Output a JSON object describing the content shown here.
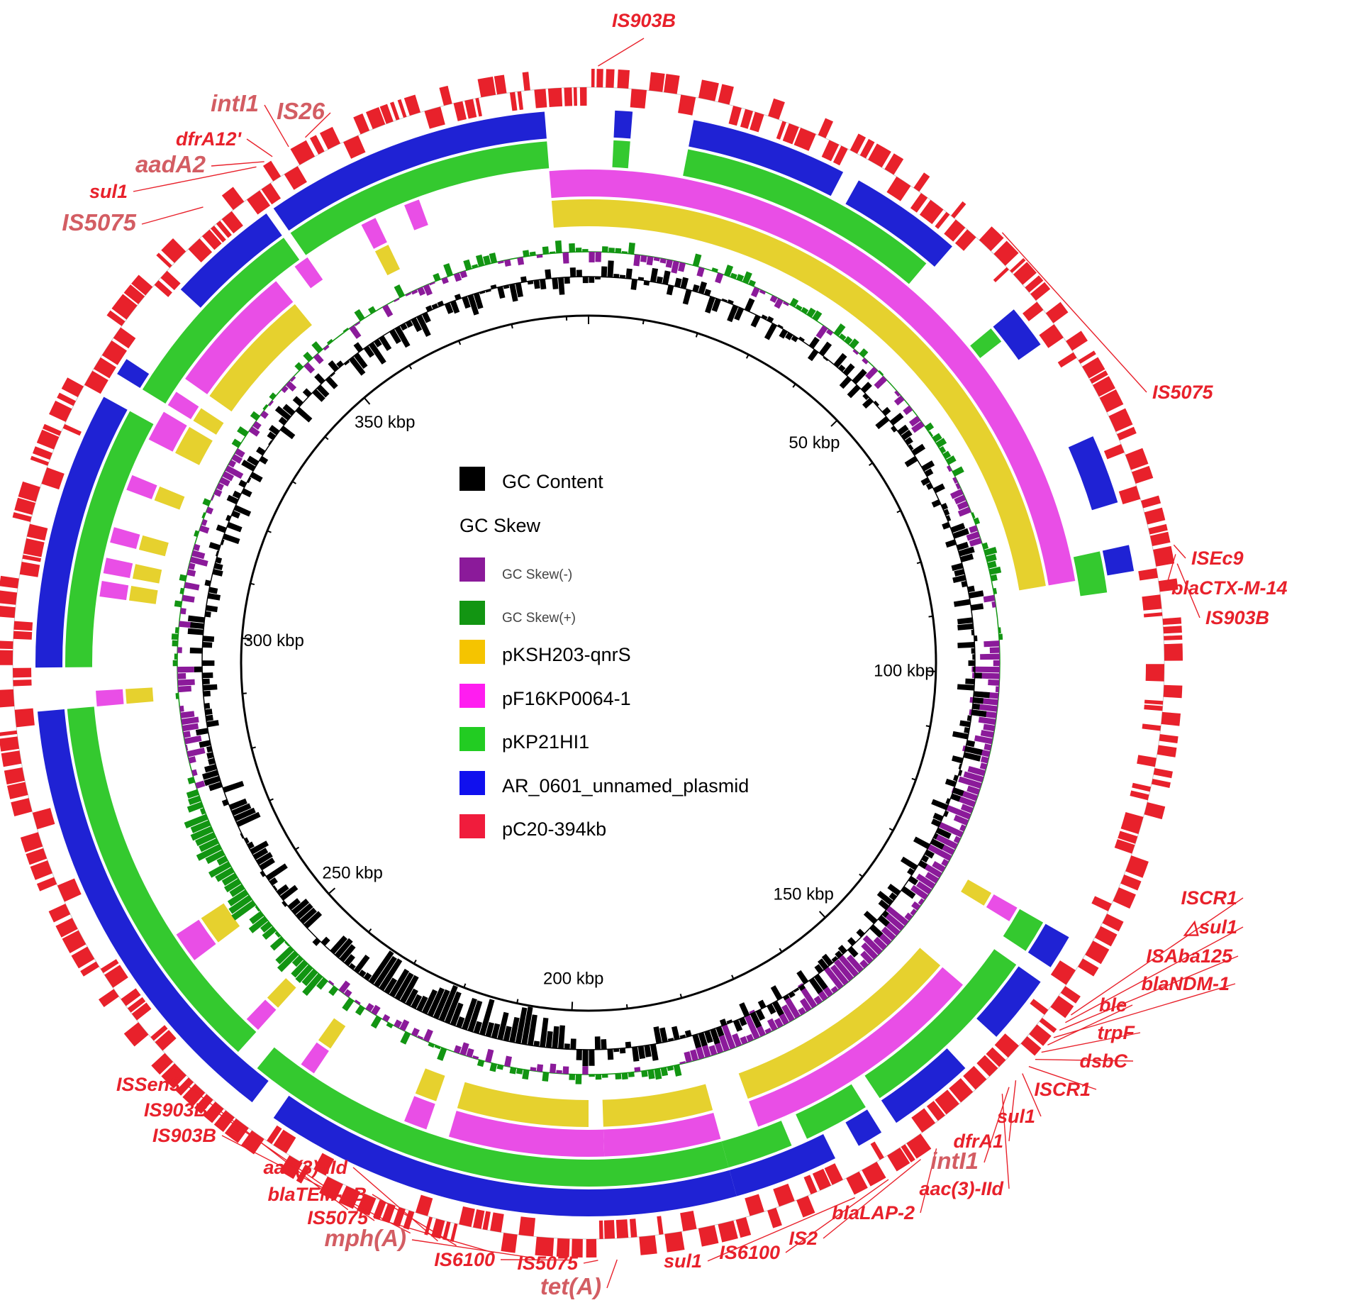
{
  "plasmid": {
    "length_kbp": 394,
    "colors": {
      "gc_content": "#000000",
      "gc_skew_neg": "#8b1a9a",
      "gc_skew_pos": "#129512",
      "pKSH203_qnrS": "#e6d12e",
      "pF16KP0064_1": "#e94ee6",
      "pKP21HI1": "#34c92f",
      "AR_0601": "#1f22d4",
      "pC20_394kb": "#e8212b",
      "label": "#e8212b"
    },
    "ruler_labels": [
      "50 kbp",
      "100 kbp",
      "150 kbp",
      "200 kbp",
      "250 kbp",
      "300 kbp",
      "350 kbp"
    ]
  },
  "legend": [
    {
      "label": "GC Content",
      "color": "#000000",
      "swatch": true
    },
    {
      "label": "GC Skew",
      "color": "",
      "swatch": false
    },
    {
      "label": "GC Skew(-)",
      "color": "#8b1a9a",
      "swatch": true,
      "small": true
    },
    {
      "label": "GC Skew(+)",
      "color": "#129512",
      "swatch": true,
      "small": true
    },
    {
      "label": "pKSH203-qnrS",
      "color": "#f5c400",
      "swatch": true
    },
    {
      "label": "pF16KP0064-1",
      "color": "#ff1df0",
      "swatch": true
    },
    {
      "label": "pKP21HI1",
      "color": "#22cc22",
      "swatch": true
    },
    {
      "label": "AR_0601_unnamed_plasmid",
      "color": "#1010ee",
      "swatch": true
    },
    {
      "label": "pC20-394kb",
      "color": "#f01c3c",
      "swatch": true
    }
  ],
  "gene_labels": [
    {
      "text": "IS903B",
      "pos_kbp": 1.0
    },
    {
      "text": "IS5075",
      "pos_kbp": 48.0
    },
    {
      "text": "ISEc9",
      "pos_kbp": 86.0
    },
    {
      "text": "blaCTX-M-14",
      "pos_kbp": 87.0
    },
    {
      "text": "IS903B",
      "pos_kbp": 88.0
    },
    {
      "text": "ISCR1",
      "pos_kbp": 138.0
    },
    {
      "text": "△sul1",
      "pos_kbp": 139.0
    },
    {
      "text": "ISAba125",
      "pos_kbp": 140.0
    },
    {
      "text": "blaNDM-1",
      "pos_kbp": 141.0
    },
    {
      "text": "ble",
      "pos_kbp": 142.0
    },
    {
      "text": "trpF",
      "pos_kbp": 143.0
    },
    {
      "text": "dsbC",
      "pos_kbp": 144.0
    },
    {
      "text": "ISCR1",
      "pos_kbp": 145.0
    },
    {
      "text": "sul1",
      "pos_kbp": 146.0
    },
    {
      "text": "dfrA1",
      "pos_kbp": 147.0
    },
    {
      "text": "intI1",
      "pos_kbp": 148.0,
      "pale": true
    },
    {
      "text": "aac(3)-IId",
      "pos_kbp": 149.0
    },
    {
      "text": "blaLAP-2",
      "pos_kbp": 158.0
    },
    {
      "text": "IS2",
      "pos_kbp": 160.0
    },
    {
      "text": "IS6100",
      "pos_kbp": 164.0
    },
    {
      "text": "sul1",
      "pos_kbp": 168.0
    },
    {
      "text": "tet(A)",
      "pos_kbp": 194.0,
      "pale": true
    },
    {
      "text": "IS5075",
      "pos_kbp": 196.0
    },
    {
      "text": "IS6100",
      "pos_kbp": 199.0
    },
    {
      "text": "mph(A)",
      "pos_kbp": 203.0,
      "pale": true
    },
    {
      "text": "IS5075",
      "pos_kbp": 207.0
    },
    {
      "text": "blaTEM-1B",
      "pos_kbp": 211.0
    },
    {
      "text": "aac(3)-IId",
      "pos_kbp": 213.0
    },
    {
      "text": "IS903B",
      "pos_kbp": 216.0
    },
    {
      "text": "IS903B",
      "pos_kbp": 220.0
    },
    {
      "text": "ISSen3",
      "pos_kbp": 223.0
    },
    {
      "text": "IS5075",
      "pos_kbp": 350.0,
      "pale": true
    },
    {
      "text": "sul1",
      "pos_kbp": 357.0
    },
    {
      "text": "aadA2",
      "pos_kbp": 358.0,
      "pale": true
    },
    {
      "text": "dfrA12'",
      "pos_kbp": 359.0
    },
    {
      "text": "intI1",
      "pos_kbp": 361.0,
      "pale": true
    },
    {
      "text": "IS26",
      "pos_kbp": 363.0,
      "pale": true
    }
  ],
  "ring_segments": {
    "AR_0601": [
      [
        3,
        5
      ],
      [
        12,
        30
      ],
      [
        32,
        45
      ],
      [
        55,
        60
      ],
      [
        72,
        80
      ],
      [
        85,
        88
      ],
      [
        131,
        135
      ],
      [
        137,
        145
      ],
      [
        150,
        160
      ],
      [
        162,
        165
      ],
      [
        168,
        180
      ],
      [
        180,
        235
      ],
      [
        238,
        290
      ],
      [
        295,
        327
      ],
      [
        330,
        332
      ],
      [
        342,
        355
      ],
      [
        356,
        389
      ]
    ],
    "pKP21HI1": [
      [
        3,
        5
      ],
      [
        12,
        44
      ],
      [
        55,
        57
      ],
      [
        85,
        90
      ],
      [
        131,
        135
      ],
      [
        137,
        160
      ],
      [
        162,
        170
      ],
      [
        172,
        180
      ],
      [
        180,
        240
      ],
      [
        243,
        290
      ],
      [
        295,
        327
      ],
      [
        330,
        355
      ],
      [
        356,
        389
      ]
    ],
    "pF16KP0064_1": [
      [
        0,
        88
      ],
      [
        131,
        133
      ],
      [
        143,
        175
      ],
      [
        180,
        195
      ],
      [
        195,
        215
      ],
      [
        218,
        221
      ],
      [
        234,
        236
      ],
      [
        243,
        245
      ],
      [
        255,
        259
      ],
      [
        290,
        292
      ],
      [
        304,
        306
      ],
      [
        307,
        309
      ],
      [
        311,
        313
      ],
      [
        318,
        320
      ],
      [
        325,
        329
      ],
      [
        330,
        332
      ],
      [
        334,
        351
      ],
      [
        354,
        356
      ],
      [
        364,
        366
      ],
      [
        370,
        372
      ],
      [
        389,
        394
      ]
    ],
    "pKSH203_qnrS": [
      [
        0,
        88
      ],
      [
        131,
        133
      ],
      [
        143,
        175
      ],
      [
        180,
        195
      ],
      [
        197,
        215
      ],
      [
        218,
        221
      ],
      [
        234,
        236
      ],
      [
        243,
        245
      ],
      [
        255,
        259
      ],
      [
        290,
        292
      ],
      [
        304,
        306
      ],
      [
        307,
        309
      ],
      [
        311,
        313
      ],
      [
        318,
        320
      ],
      [
        325,
        329
      ],
      [
        330,
        332
      ],
      [
        334,
        351
      ],
      [
        364,
        366
      ],
      [
        389,
        394
      ]
    ]
  }
}
